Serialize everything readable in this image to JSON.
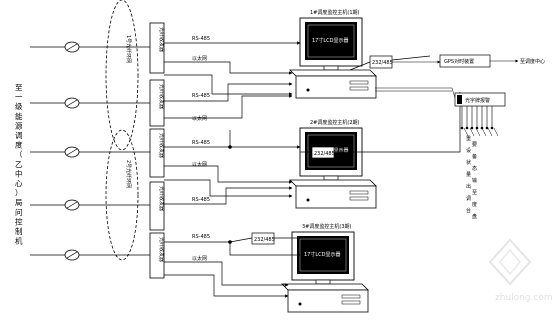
{
  "left_label": [
    "至",
    "一",
    "级",
    "能",
    "源",
    "调",
    "度",
    "（",
    "乙",
    "中",
    "心",
    "）",
    "局",
    "问",
    "控",
    "制",
    "机"
  ],
  "ring_labels": [
    "1号光纤环网",
    "2号光纤环网"
  ],
  "converter_label": "光纤收发器",
  "rs_label": "RS-485",
  "channel_label": "以太网",
  "rs232_label": "232/485",
  "workstations": [
    {
      "title": "1#调度监控主机(1期)",
      "screen": "17寸LCD显示器"
    },
    {
      "title": "2#调度监控主机(2期)",
      "screen": "17寸LCD显示器"
    },
    {
      "title": "3#调度监控主机(3期)",
      "screen": "17寸LCD显示器"
    }
  ],
  "gps_label": "GPS对时装置",
  "remote_label": "至调度中心",
  "panel_label": "光字牌报警",
  "relay_labels": [
    "重",
    "要",
    "设",
    "备",
    "状",
    "态",
    "量",
    "输",
    "出",
    "至",
    "调",
    "度",
    "台",
    "盘"
  ],
  "watermark": "zhulong.com"
}
